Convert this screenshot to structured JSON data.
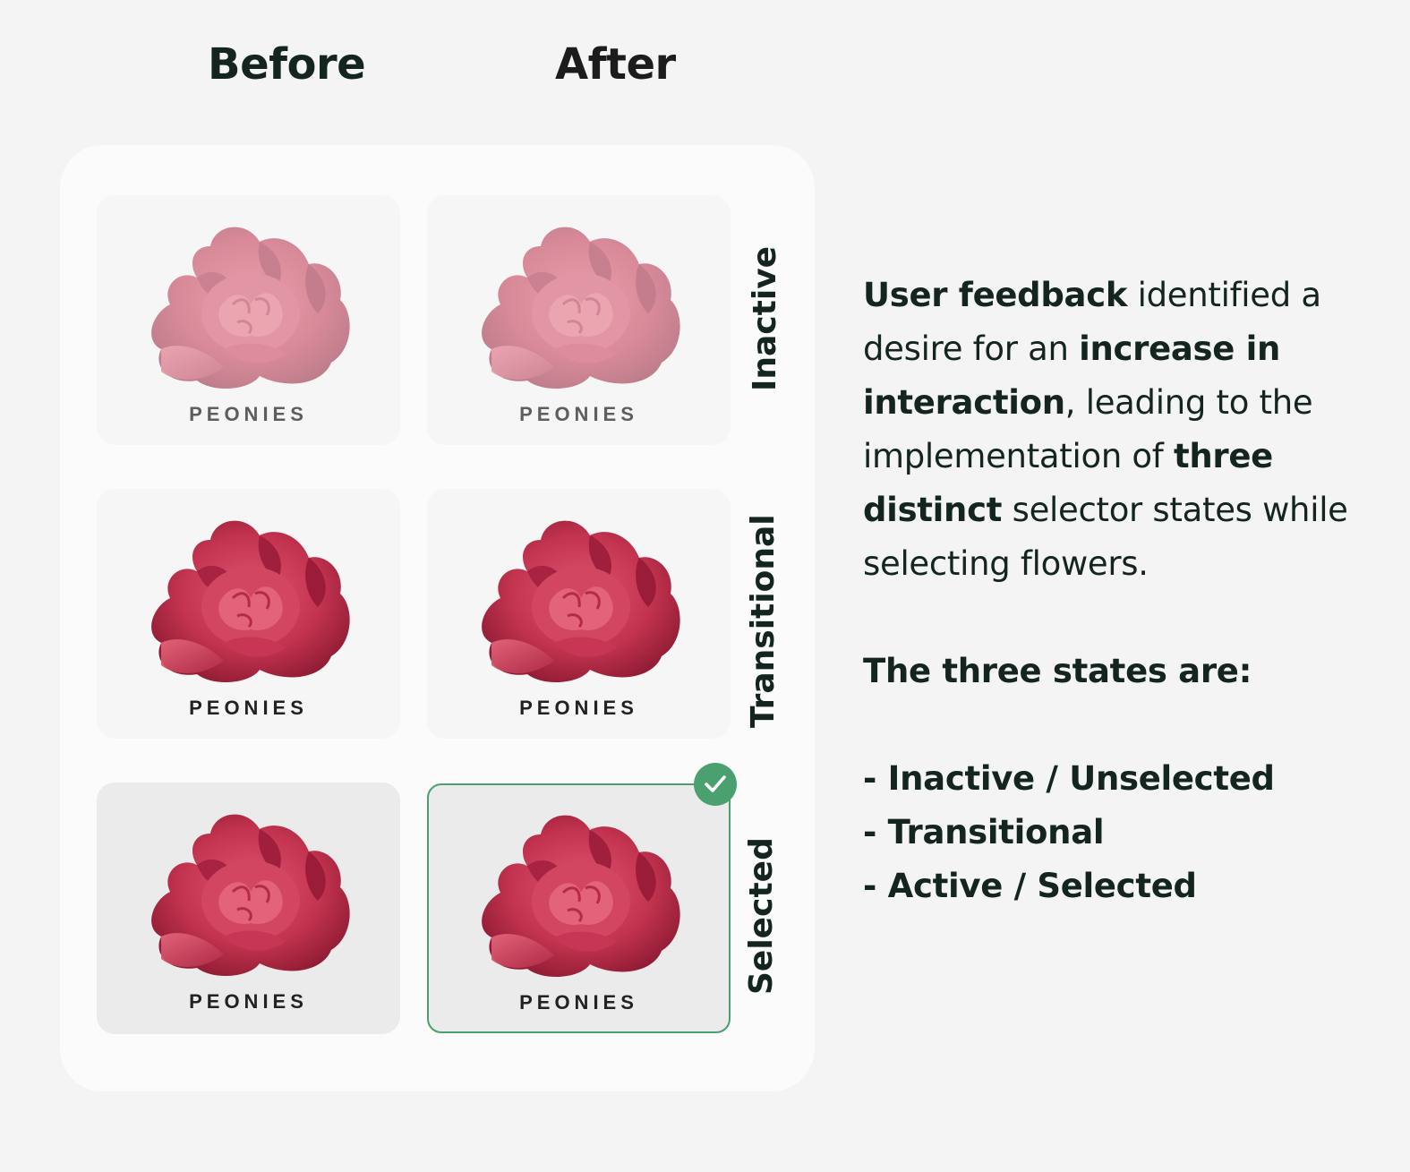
{
  "headings": {
    "before": "Before",
    "after": "After"
  },
  "states": [
    {
      "key": "inactive",
      "label": "Inactive"
    },
    {
      "key": "transitional",
      "label": "Transitional"
    },
    {
      "key": "selected",
      "label": "Selected"
    }
  ],
  "cards": {
    "inactive_before": {
      "label": "PEONIES"
    },
    "inactive_after": {
      "label": "PEONIES"
    },
    "transitional_before": {
      "label": "PEONIES"
    },
    "transitional_after": {
      "label": "PEONIES"
    },
    "selected_before": {
      "label": "PEONIES"
    },
    "selected_after": {
      "label": "PEONIES",
      "badge_icon": "checkmark-icon"
    }
  },
  "description": {
    "p1": [
      {
        "text": "User feedback",
        "bold": true
      },
      {
        "text": " identified a desire for an ",
        "bold": false
      },
      {
        "text": "increase in interaction",
        "bold": true
      },
      {
        "text": ", leading to the implementation of ",
        "bold": false
      },
      {
        "text": "three distinct",
        "bold": true
      },
      {
        "text": " selector states while selecting flowers.",
        "bold": false
      }
    ],
    "intro": "The three states are:",
    "list": [
      "- Inactive / Unselected",
      "- Transitional",
      "- Active / Selected"
    ]
  },
  "colors": {
    "background": "#f4f4f4",
    "panel": "#fbfbfb",
    "card": "#f6f6f6",
    "card_selected": "#ebebeb",
    "accent_green": "#4aa06e",
    "text_dark": "#13251e",
    "flower": "#c2334f"
  }
}
